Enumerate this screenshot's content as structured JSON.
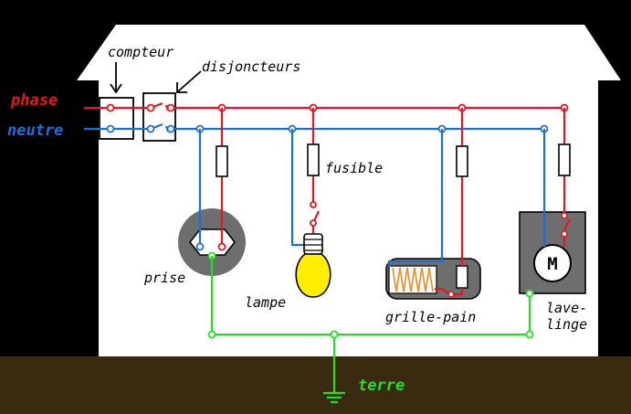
{
  "labels": {
    "phase": "phase",
    "neutre": "neutre",
    "compteur": "compteur",
    "disjoncteurs": "disjoncteurs",
    "fusible": "fusible",
    "prise": "prise",
    "lampe": "lampe",
    "grille_pain": "grille-pain",
    "lave": "lave-",
    "linge": "linge",
    "terre": "terre",
    "motor": "M"
  },
  "colors": {
    "phase": "#e8141e",
    "neutre": "#1a6fe0",
    "terre": "#21e021",
    "house": "#ffffff",
    "ground": "#3a2a10",
    "appliance": "#6e6e6e",
    "bulb": "#ffee00",
    "heater": "#f08a1e"
  }
}
